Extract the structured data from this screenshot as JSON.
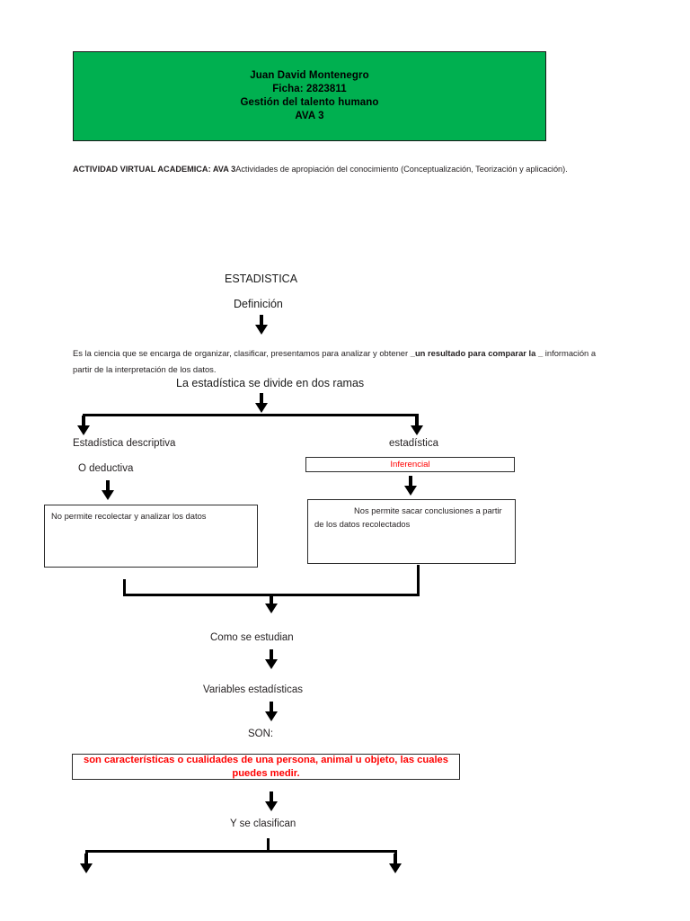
{
  "document": {
    "header": {
      "lines": [
        "Juan David Montenegro",
        "Ficha: 2823811",
        "Gestión del talento humano",
        "AVA 3"
      ],
      "background_color": "#00b050"
    },
    "intro": {
      "bold_prefix": "ACTIVIDAD VIRTUAL ACADEMICA: AVA 3",
      "rest": "Actividades de apropiación del conocimiento (Conceptualización, Teorización y aplicación)."
    },
    "diagram": {
      "title": "ESTADISTICA",
      "subtitle": "Definición",
      "definition": {
        "part1": "Es la ciencia que se encarga de organizar, clasificar, presentamos para analizar y obtener ",
        "bold": "_un resultado para comparar la _",
        "part2": " información a partir de la interpretación de los datos."
      },
      "branch_intro": "La estadística se divide en dos ramas",
      "left_branch": {
        "label1": "Estadística descriptiva",
        "label2": "O deductiva",
        "box_text": "No permite recolectar y analizar los datos"
      },
      "right_branch": {
        "label1": "estadística",
        "box_label": "Inferencial",
        "box_label_color": "#ff0000",
        "box_text": "Nos permite sacar conclusiones a partir de los datos recolectados"
      },
      "merge_label": "Como se estudian",
      "variables_label": "Variables estadísticas",
      "son_label": "SON:",
      "red_statement": "son características o cualidades de una persona, animal u objeto, las cuales puedes medir.",
      "red_statement_color": "#ff0000",
      "classify_label": "Y  se clasifican"
    }
  }
}
